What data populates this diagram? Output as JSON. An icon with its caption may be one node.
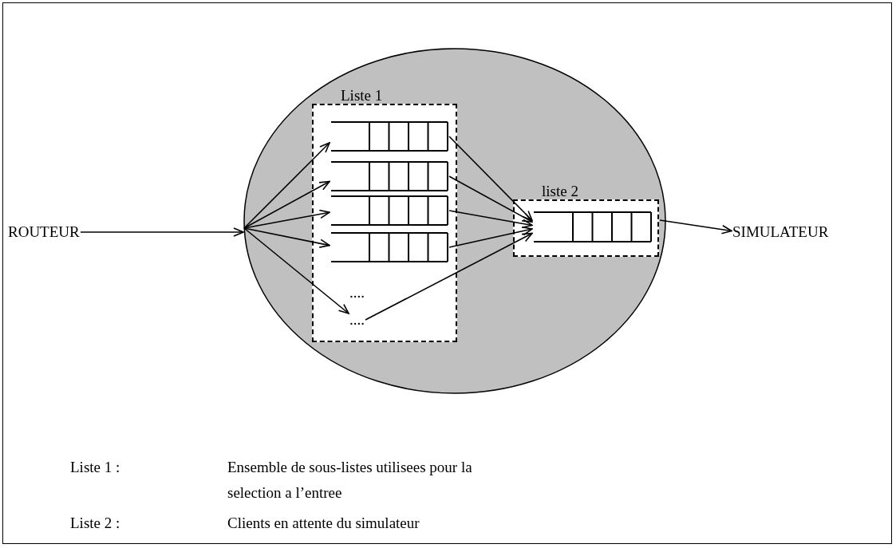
{
  "diagram": {
    "nodes": [
      {
        "text": [
          "ROUTEUR"
        ]
      },
      {
        "text": [],
        "shape": "ellipse"
      },
      {
        "text": [
          "Liste 1"
        ],
        "in": 1
      },
      {
        "text": [],
        "shape": "box",
        "in": 2
      },
      {
        "text": [],
        "shape": "box",
        "in": 2
      },
      {
        "text": [],
        "shape": "box",
        "in": 2
      },
      {
        "text": [],
        "shape": "box",
        "in": 2
      },
      {
        "text": [
          "...."
        ],
        "in": 2
      },
      {
        "text": [
          "...."
        ],
        "in": 2
      },
      {
        "text": [
          "liste 2"
        ],
        "in": 1
      },
      {
        "text": [],
        "shape": "box",
        "in": 9
      },
      {
        "text": [
          "SIMULATEUR"
        ]
      }
    ],
    "edges": [
      {
        "from": 0,
        "to": 1,
        "arrow": "to"
      },
      {
        "from": 1,
        "to": 3,
        "arrow": "to"
      },
      {
        "from": 1,
        "to": 4,
        "arrow": "to"
      },
      {
        "from": 1,
        "to": 5,
        "arrow": "to"
      },
      {
        "from": 1,
        "to": 6,
        "arrow": "to"
      },
      {
        "from": 1,
        "to": 8,
        "arrow": "to"
      },
      {
        "from": 3,
        "to": 10,
        "arrow": "to"
      },
      {
        "from": 4,
        "to": 10,
        "arrow": "to"
      },
      {
        "from": 5,
        "to": 10,
        "arrow": "to"
      },
      {
        "from": 6,
        "to": 10,
        "arrow": "to"
      },
      {
        "from": 8,
        "to": 10,
        "arrow": "to"
      },
      {
        "from": 9,
        "to": 11,
        "arrow": "to"
      }
    ],
    "labels": [
      "Liste 1 :",
      "Ensemble de sous-listes utilisees pour la selection a l’entree",
      "Liste 2 :",
      "Clients en attente du simulateur"
    ]
  }
}
